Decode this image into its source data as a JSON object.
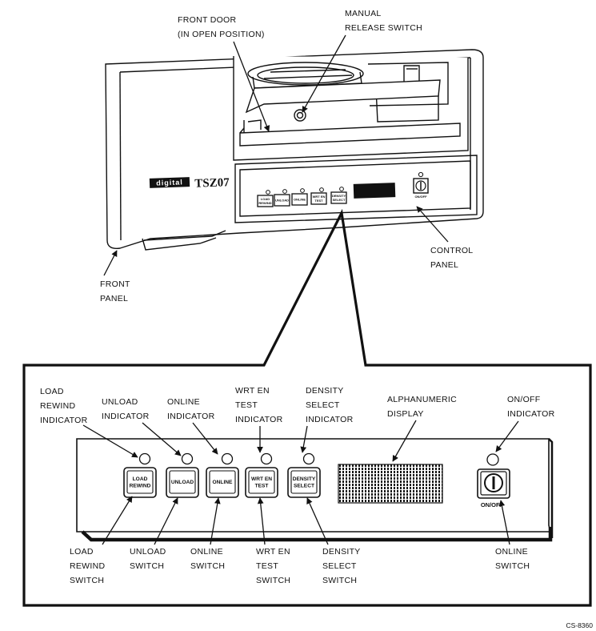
{
  "top_labels": {
    "front_door": [
      "FRONT DOOR",
      "(IN OPEN POSITION)"
    ],
    "manual_release": [
      "MANUAL",
      "RELEASE SWITCH"
    ],
    "front_panel": [
      "FRONT",
      "PANEL"
    ],
    "control_panel": [
      "CONTROL",
      "PANEL"
    ]
  },
  "unit": {
    "brand": "digital",
    "model": "TSZ07",
    "mini_buttons": [
      [
        "LOAD",
        "REWIND"
      ],
      [
        "UNLOAD"
      ],
      [
        "ONLINE"
      ],
      [
        "WRT EN",
        "TEST"
      ],
      [
        "DENSITY",
        "SELECT"
      ]
    ],
    "mini_onoff": "ON/OFF"
  },
  "detail": {
    "indicator_labels": {
      "load_rewind": [
        "LOAD",
        "REWIND",
        "INDICATOR"
      ],
      "unload": [
        "UNLOAD",
        "INDICATOR"
      ],
      "online": [
        "ONLINE",
        "INDICATOR"
      ],
      "wrt_en_test": [
        "WRT EN",
        "TEST",
        "INDICATOR"
      ],
      "density_select": [
        "DENSITY",
        "SELECT",
        "INDICATOR"
      ],
      "alphanumeric_display": [
        "ALPHANUMERIC",
        "DISPLAY"
      ],
      "onoff": [
        "ON/OFF",
        "INDICATOR"
      ]
    },
    "buttons": {
      "load_rewind": [
        "LOAD",
        "REWIND"
      ],
      "unload": [
        "UNLOAD"
      ],
      "online": [
        "ONLINE"
      ],
      "wrt_en_test": [
        "WRT EN",
        "TEST"
      ],
      "density_select": [
        "DENSITY",
        "SELECT"
      ]
    },
    "onoff_label": "ON/OFF",
    "switch_labels": {
      "load_rewind": [
        "LOAD",
        "REWIND",
        "SWITCH"
      ],
      "unload": [
        "UNLOAD",
        "SWITCH"
      ],
      "online": [
        "ONLINE",
        "SWITCH"
      ],
      "wrt_en_test": [
        "WRT EN",
        "TEST",
        "SWITCH"
      ],
      "density_select": [
        "DENSITY",
        "SELECT",
        "SWITCH"
      ],
      "online_power": [
        "ONLINE",
        "SWITCH"
      ]
    }
  },
  "figure_code": "CS-8360"
}
